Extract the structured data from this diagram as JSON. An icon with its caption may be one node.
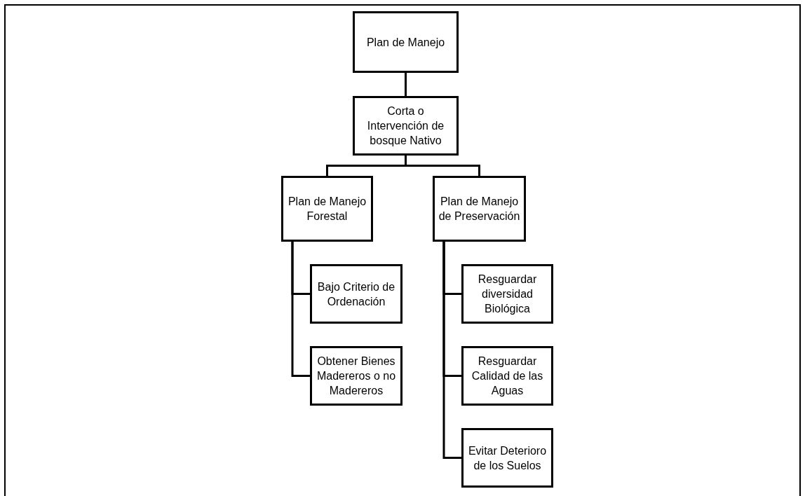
{
  "diagram": {
    "nodes": [
      {
        "text": [
          "Plan de Manejo"
        ]
      },
      {
        "text": [
          "Corta o Intervención de bosque Nativo"
        ]
      },
      {
        "text": [
          "Plan de Manejo Forestal"
        ]
      },
      {
        "text": [
          "Plan de Manejo de Preservación"
        ]
      },
      {
        "text": [
          "Bajo Criterio de Ordenación"
        ]
      },
      {
        "text": [
          "Obtener Bienes Madereros o no Madereros"
        ]
      },
      {
        "text": [
          "Resguardar diversidad Biológica"
        ]
      },
      {
        "text": [
          "Resguardar Calidad de las Aguas"
        ]
      },
      {
        "text": [
          "Evitar Deterioro de los Suelos"
        ]
      }
    ],
    "edges": [
      {
        "from": 0,
        "to": 1,
        "arrow": "none"
      },
      {
        "from": 1,
        "to": 2,
        "arrow": "none"
      },
      {
        "from": 1,
        "to": 3,
        "arrow": "none"
      },
      {
        "from": 2,
        "to": 4,
        "arrow": "none"
      },
      {
        "from": 2,
        "to": 5,
        "arrow": "none"
      },
      {
        "from": 3,
        "to": 6,
        "arrow": "none"
      },
      {
        "from": 3,
        "to": 7,
        "arrow": "none"
      },
      {
        "from": 3,
        "to": 8,
        "arrow": "none"
      }
    ]
  }
}
